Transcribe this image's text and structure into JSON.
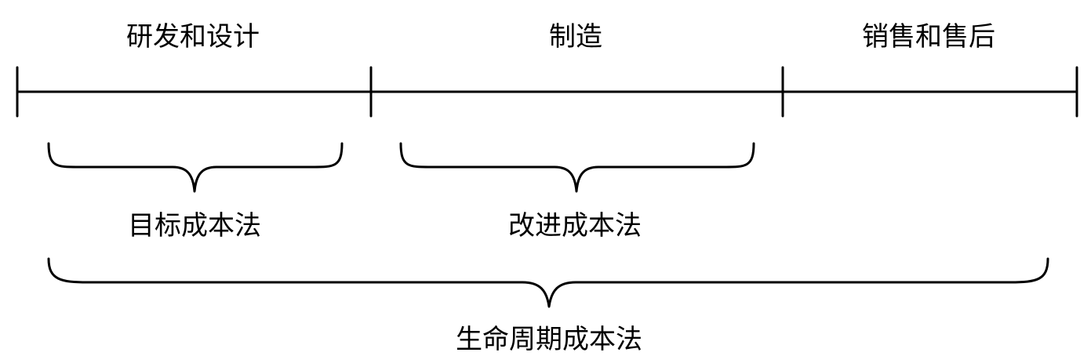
{
  "phases": [
    {
      "label": "研发和设计"
    },
    {
      "label": "制造"
    },
    {
      "label": "销售和售后"
    }
  ],
  "methods": {
    "target": "目标成本法",
    "kaizen": "改进成本法",
    "lifecycle": "生命周期成本法"
  },
  "colors": {
    "line": "#000000",
    "text": "#000000",
    "background": "#ffffff"
  }
}
